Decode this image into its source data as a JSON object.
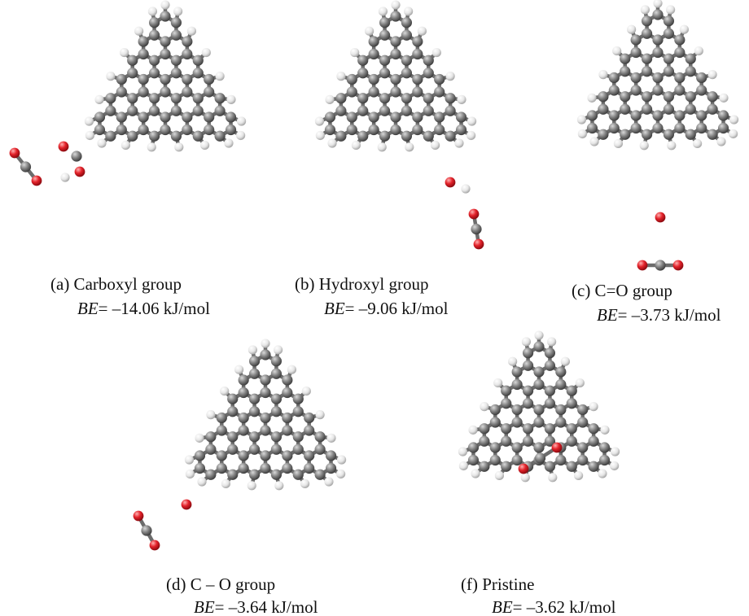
{
  "panels": [
    {
      "id": "a",
      "label": "(a) Carboxyl group",
      "be_symbol": "BE",
      "be_value": "= –14.06 kJ/mol"
    },
    {
      "id": "b",
      "label": "(b) Hydroxyl group",
      "be_symbol": "BE",
      "be_value": "= –9.06 kJ/mol"
    },
    {
      "id": "c",
      "label": "(c) C=O group",
      "be_symbol": "BE",
      "be_value": "= –3.73 kJ/mol"
    },
    {
      "id": "d",
      "label": "(d) C – O group",
      "be_symbol": "BE",
      "be_value": "= –3.64 kJ/mol"
    },
    {
      "id": "f",
      "label": "(f) Pristine",
      "be_symbol": "BE",
      "be_value": "= –3.62 kJ/mol"
    }
  ],
  "colors": {
    "carbon": "#7b7b7b",
    "oxygen": "#e0222a",
    "hydrogen": "#e8e8e8",
    "bond": "#6c6c6c",
    "text": "#111111"
  }
}
